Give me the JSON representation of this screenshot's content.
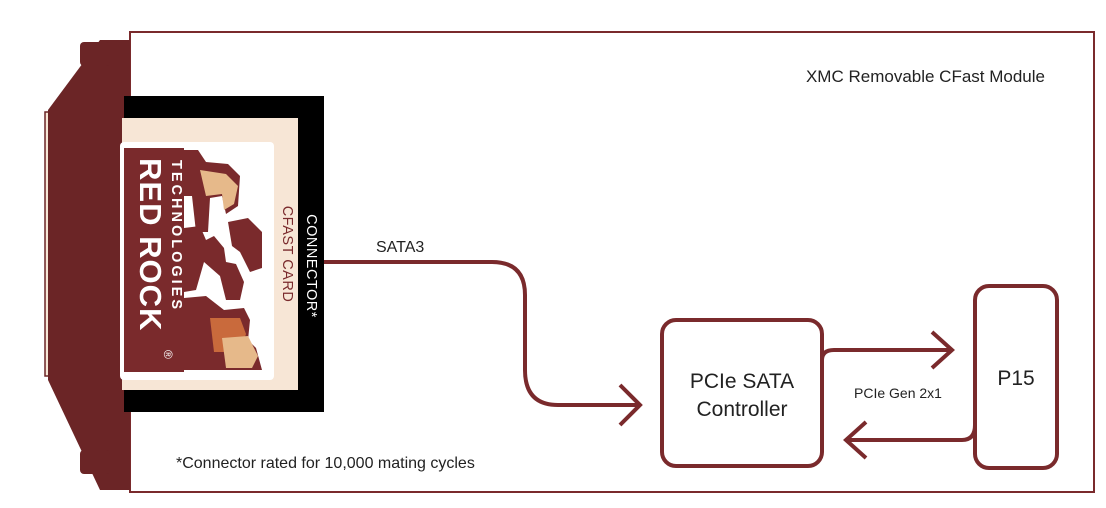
{
  "module_title": "XMC Removable CFast Module",
  "cfast_card_label": "CFAST CARD",
  "connector_label": "CONNECTOR*",
  "sata_link_label": "SATA3",
  "controller": {
    "line1": "PCIe SATA",
    "line2": "Controller"
  },
  "pcie_link_label": "PCIe Gen 2x1",
  "p15_label": "P15",
  "footnote": "*Connector rated for 10,000 mating cycles",
  "logo": {
    "brand_line1": "RED ROCK",
    "brand_line2": "TECHNOLOGIES",
    "registered_mark": "®"
  },
  "colors": {
    "maroon": "#7a2a2c",
    "dark_maroon": "#6b2526",
    "cream": "#f7e6d6",
    "black": "#000000",
    "sand": "#e6b98a",
    "rust": "#c96a3c"
  }
}
